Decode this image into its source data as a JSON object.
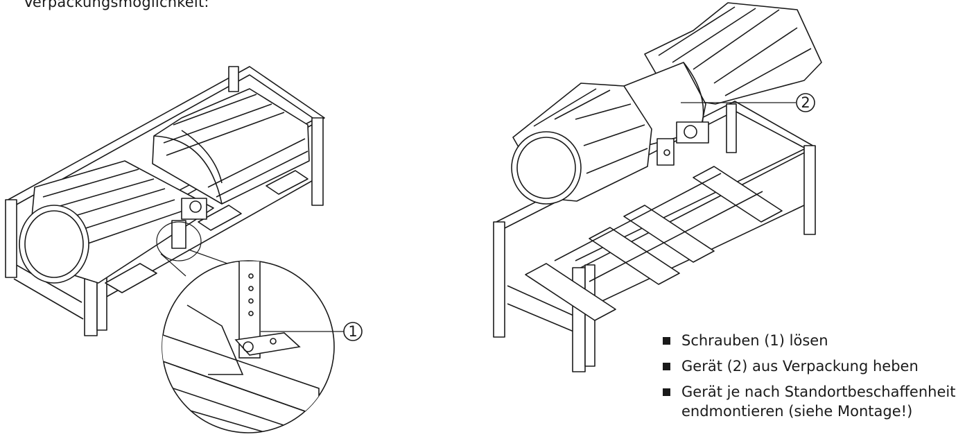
{
  "heading": "Verpackungsmöglichkeit:",
  "callouts": [
    {
      "number": "1",
      "target": "Schrauben"
    },
    {
      "number": "2",
      "target": "Gerät"
    }
  ],
  "steps": [
    {
      "text": "Schrauben (1) lösen"
    },
    {
      "text": "Gerät (2) aus Verpackung heben"
    },
    {
      "text": "Gerät je nach Standortbeschaffenheit endmontieren (siehe Montage!)"
    }
  ],
  "colors": {
    "line": "#1a1a1a",
    "background": "#ffffff"
  }
}
